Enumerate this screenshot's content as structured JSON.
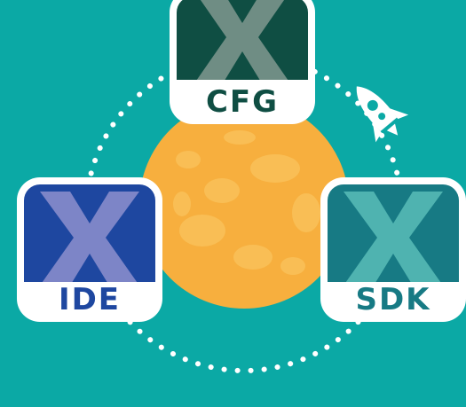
{
  "colors": {
    "background": "#0BA9A5",
    "dots": "#FFFFFF",
    "planet": "#F7AF3E",
    "planet_spots": "#F9BE55",
    "rocket": "#FFFFFF",
    "cfg_tile": "#0F4E43",
    "cfg_x": "#6F8D84",
    "cfg_text": "#0F4E43",
    "ide_tile": "#1E47A0",
    "ide_x": "#7D85C7",
    "ide_text": "#1E47A0",
    "sdk_tile": "#177A84",
    "sdk_x": "#4FB3B0",
    "sdk_text": "#177A84"
  },
  "icons": {
    "rocket": "rocket-icon",
    "planet": "planet-icon",
    "logo_mark": "x-logo-icon"
  },
  "cards": {
    "cfg": {
      "label": "CFG"
    },
    "ide": {
      "label": "IDE"
    },
    "sdk": {
      "label": "SDK"
    }
  }
}
